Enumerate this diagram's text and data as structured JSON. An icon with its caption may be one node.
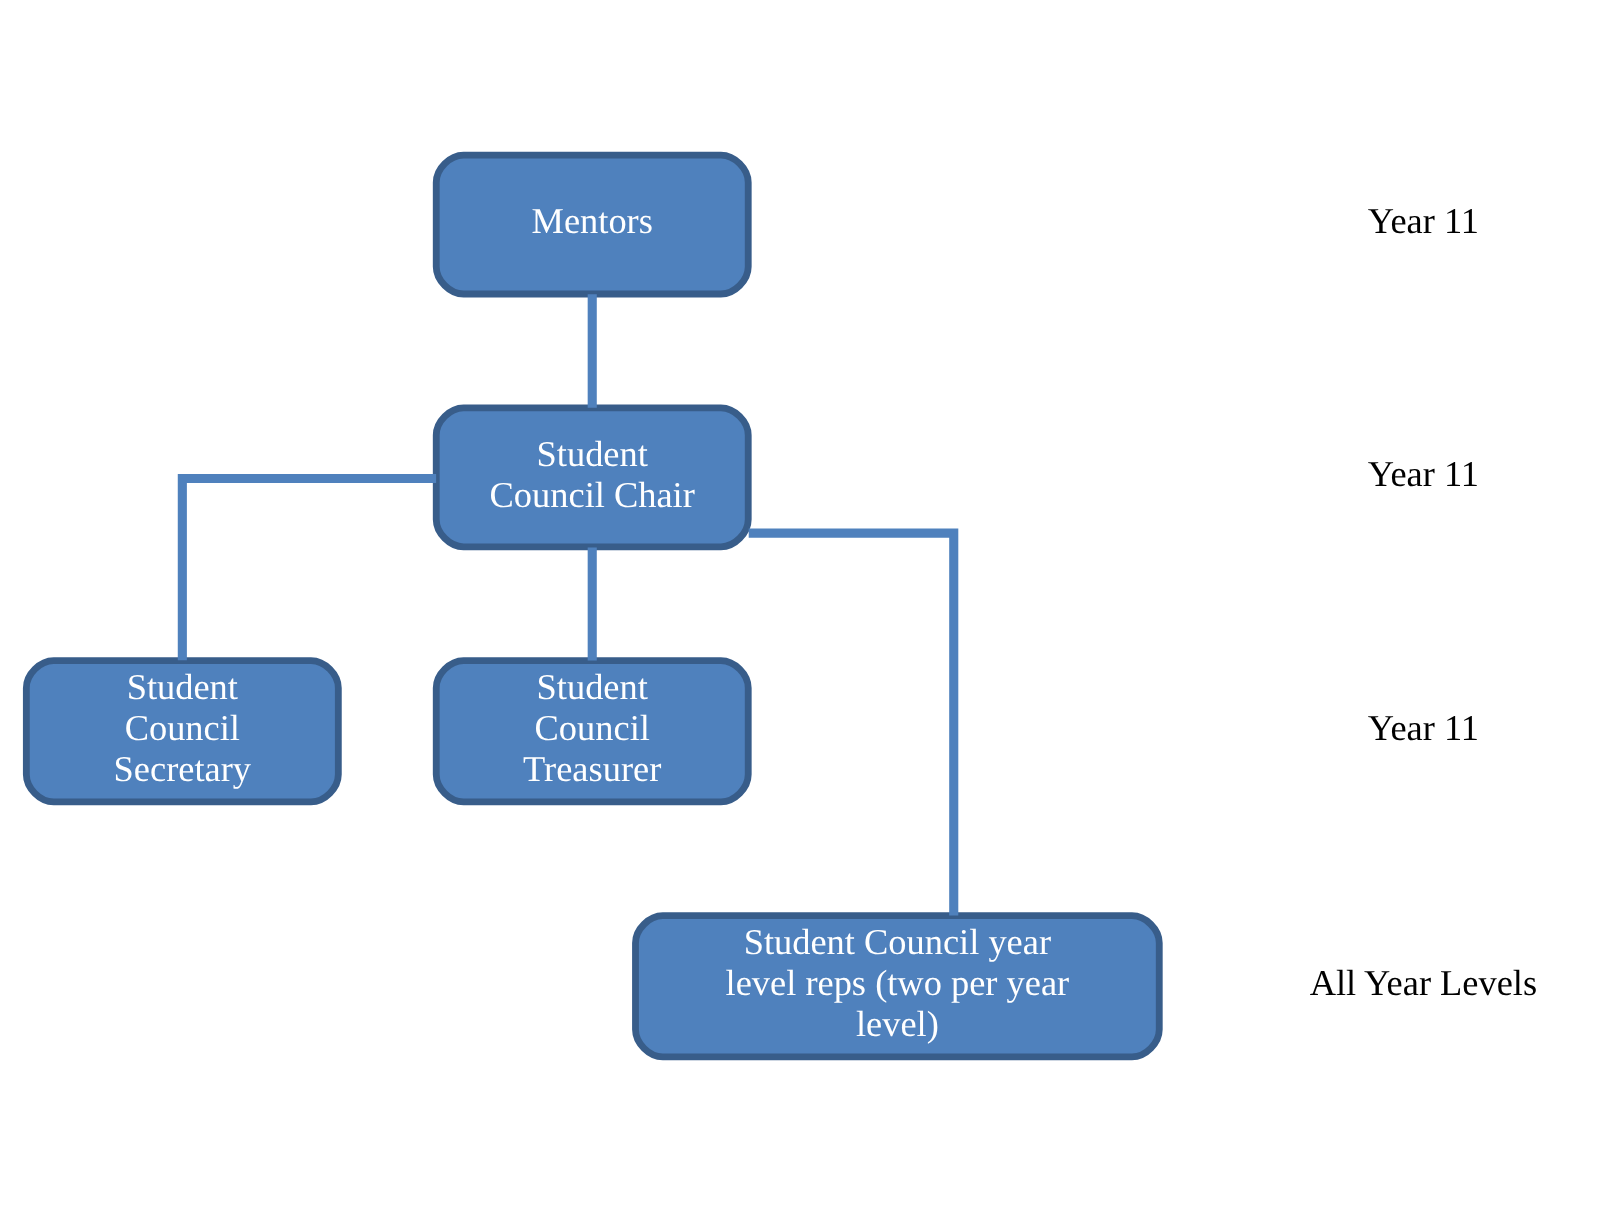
{
  "diagram": {
    "nodes": [
      {
        "text": [
          "Mentors"
        ]
      },
      {
        "text": [
          "Student Council Chair"
        ]
      },
      {
        "text": [
          "Student Council Secretary"
        ]
      },
      {
        "text": [
          "Student Council Treasurer"
        ]
      },
      {
        "text": [
          "Student Council year level reps (two per year level)"
        ]
      }
    ],
    "edges": [
      {
        "from": 0,
        "to": 1,
        "arrow": "none"
      },
      {
        "from": 1,
        "to": 2,
        "arrow": "none"
      },
      {
        "from": 1,
        "to": 3,
        "arrow": "none"
      },
      {
        "from": 1,
        "to": 4,
        "arrow": "none"
      }
    ],
    "labels": [
      "Year 11",
      "Year 11",
      "Year 11",
      "All Year Levels"
    ]
  }
}
